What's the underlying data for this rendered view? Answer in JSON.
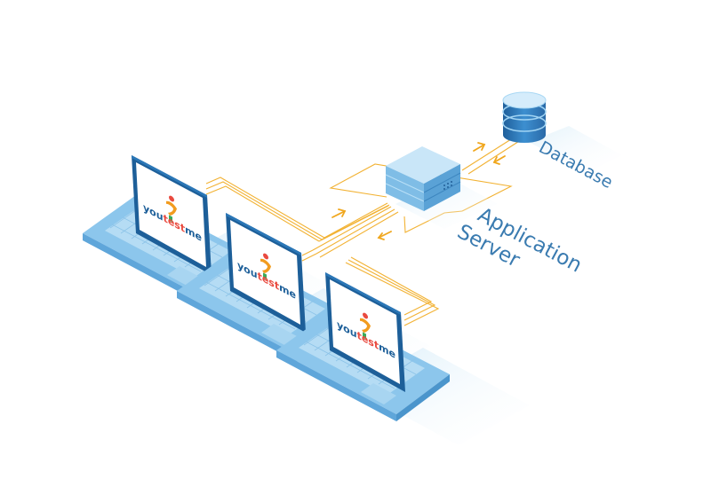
{
  "labels": {
    "database": "Database",
    "app_line1": "Application",
    "app_line2": "Server"
  },
  "logo": {
    "prefix": "you",
    "mid": "test",
    "suffix": "me"
  },
  "colors": {
    "connection": "#f2b233",
    "arrow": "#f0a71e",
    "label": "#3a7bb0",
    "laptop_body": "#9fd0ef",
    "laptop_dark": "#1d5f99",
    "server_top": "#c9e6f8",
    "server_front": "#7fbde6",
    "server_side": "#5aa2d6",
    "db_top": "#d5ecfb",
    "db_body": "#3a88c8"
  }
}
